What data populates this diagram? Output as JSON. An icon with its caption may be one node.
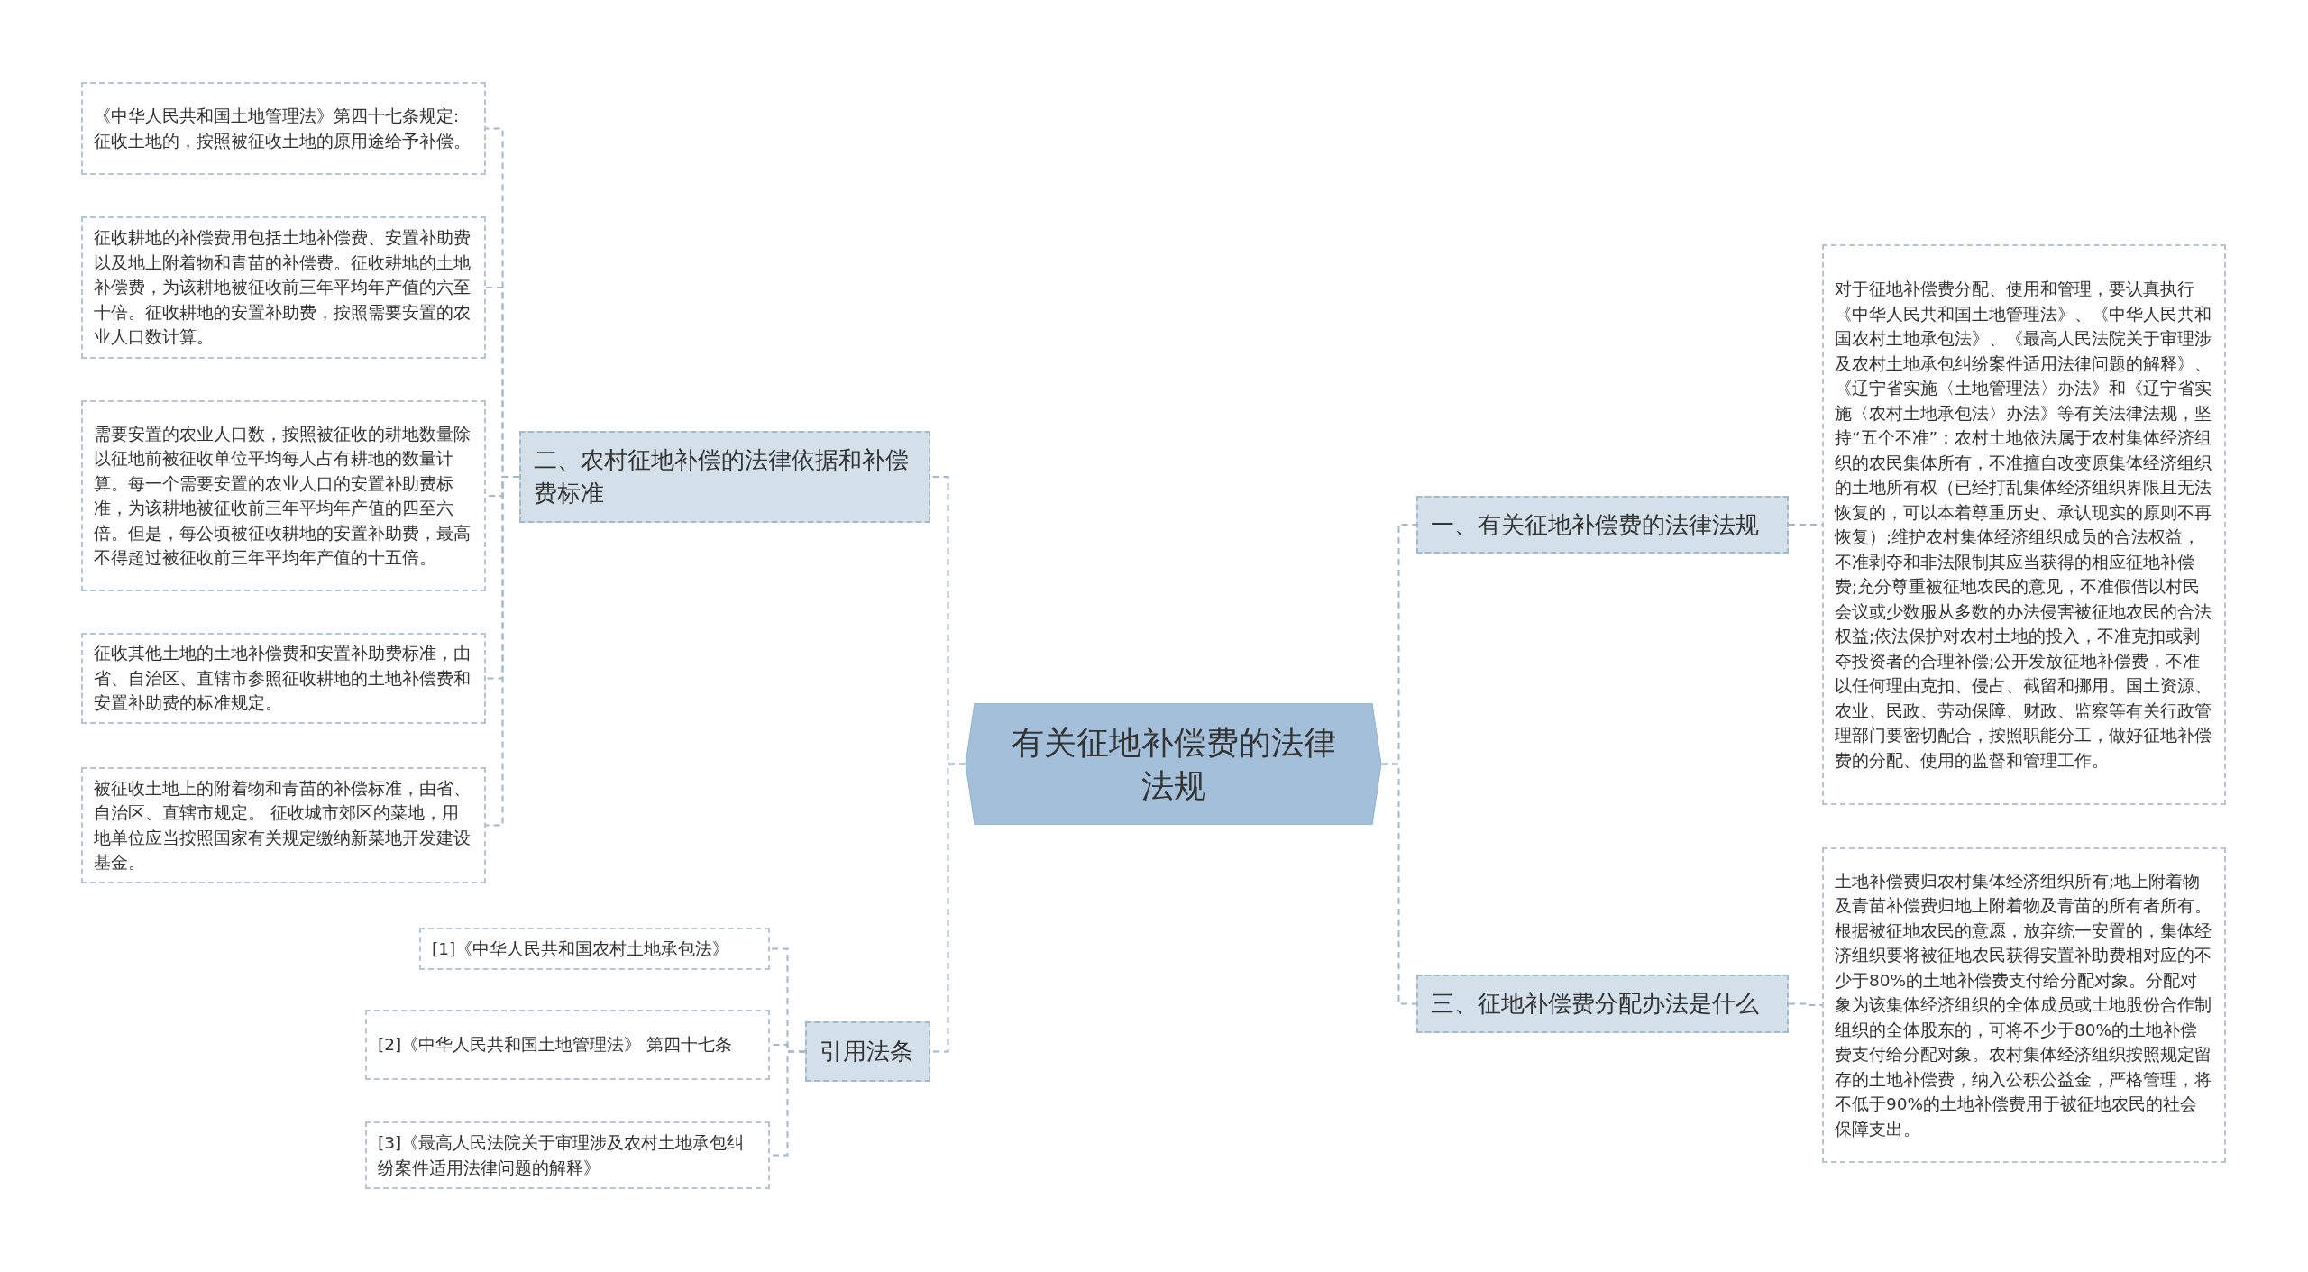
{
  "diagram": {
    "nodes": [
      {
        "text": [
          "有关征地补偿费的法律法规"
        ]
      },
      {
        "text": [
          "二、农村征地补偿的法律依据和补偿费标准"
        ]
      },
      {
        "text": [
          "《中华人民共和国土地管理法》第四十七条规定: 征收土地的，按照被征收土地的原用途给予补偿。"
        ]
      },
      {
        "text": [
          "征收耕地的补偿费用包括土地补偿费、安置补助费以及地上附着物和青苗的补偿费。征收耕地的土地补偿费，为该耕地被征收前三年平均年产值的六至十倍。征收耕地的安置补助费，按照需要安置的农业人口数计算。"
        ]
      },
      {
        "text": [
          "需要安置的农业人口数，按照被征收的耕地数量除以征地前被征收单位平均每人占有耕地的数量计算。每一个需要安置的农业人口的安置补助费标准，为该耕地被征收前三年平均年产值的四至六倍。但是，每公顷被征收耕地的安置补助费，最高不得超过被征收前三年平均年产值的十五倍。"
        ]
      },
      {
        "text": [
          "征收其他土地的土地补偿费和安置补助费标准，由省、自治区、直辖市参照征收耕地的土地补偿费和安置补助费的标准规定。"
        ]
      },
      {
        "text": [
          "被征收土地上的附着物和青苗的补偿标准，由省、自治区、直辖市规定。 征收城市郊区的菜地，用地单位应当按照国家有关规定缴纳新菜地开发建设基金。"
        ]
      },
      {
        "text": [
          "引用法条"
        ]
      },
      {
        "text": [
          "[1]《中华人民共和国农村土地承包法》"
        ]
      },
      {
        "text": [
          "[2]《中华人民共和国土地管理法》 第四十七条"
        ]
      },
      {
        "text": [
          "[3]《最高人民法院关于审理涉及农村土地承包纠纷案件适用法律问题的解释》"
        ]
      },
      {
        "text": [
          "一、有关征地补偿费的法律法规"
        ]
      },
      {
        "text": [
          "对于征地补偿费分配、使用和管理，要认真执行《中华人民共和国土地管理法》、《中华人民共和国农村土地承包法》、《最高人民法院关于审理涉及农村土地承包纠纷案件适用法律问题的解释》、《辽宁省实施〈土地管理法〉办法》和《辽宁省实施〈农村土地承包法〉办法》等有关法律法规，坚持“五个不准”：农村土地依法属于农村集体经济组织的农民集体所有，不准擅自改变原集体经济组织的土地所有权（已经打乱集体经济组织界限且无法恢复的，可以本着尊重历史、承认现实的原则不再恢复）;维护农村集体经济组织成员的合法权益，不准剥夺和非法限制其应当获得的相应征地补偿费;充分尊重被征地农民的意见，不准假借以村民会议或少数服从多数的办法侵害被征地农民的合法权益;依法保护对农村土地的投入，不准克扣或剥夺投资者的合理补偿;公开发放征地补偿费，不准以任何理由克扣、侵占、截留和挪用。国土资源、农业、民政、劳动保障、财政、监察等有关行政管理部门要密切配合，按照职能分工，做好征地补偿费的分配、使用的监督和管理工作。"
        ]
      },
      {
        "text": [
          "三、征地补偿费分配办法是什么"
        ]
      },
      {
        "text": [
          "土地补偿费归农村集体经济组织所有;地上附着物及青苗补偿费归地上附着物及青苗的所有者所有。根据被征地农民的意愿，放弃统一安置的，集体经济组织要将被征地农民获得安置补助费相对应的不少于80%的土地补偿费支付给分配对象。分配对象为该集体经济组织的全体成员或土地股份合作制组织的全体股东的，可将不少于80%的土地补偿费支付给分配对象。农村集体经济组织按照规定留存的土地补偿费，纳入公积公益金，严格管理，将不低于90%的土地补偿费用于被征地农民的社会保障支出。"
        ]
      }
    ],
    "edges": [
      {
        "from": 0,
        "to": 1,
        "arrow": "none"
      },
      {
        "from": 1,
        "to": 2,
        "arrow": "none"
      },
      {
        "from": 1,
        "to": 3,
        "arrow": "none"
      },
      {
        "from": 1,
        "to": 4,
        "arrow": "none"
      },
      {
        "from": 1,
        "to": 5,
        "arrow": "none"
      },
      {
        "from": 1,
        "to": 6,
        "arrow": "none"
      },
      {
        "from": 0,
        "to": 7,
        "arrow": "none"
      },
      {
        "from": 7,
        "to": 8,
        "arrow": "none"
      },
      {
        "from": 7,
        "to": 9,
        "arrow": "none"
      },
      {
        "from": 7,
        "to": 10,
        "arrow": "none"
      },
      {
        "from": 0,
        "to": 11,
        "arrow": "none"
      },
      {
        "from": 11,
        "to": 12,
        "arrow": "none"
      },
      {
        "from": 0,
        "to": 13,
        "arrow": "none"
      },
      {
        "from": 13,
        "to": 14,
        "arrow": "none"
      }
    ]
  }
}
